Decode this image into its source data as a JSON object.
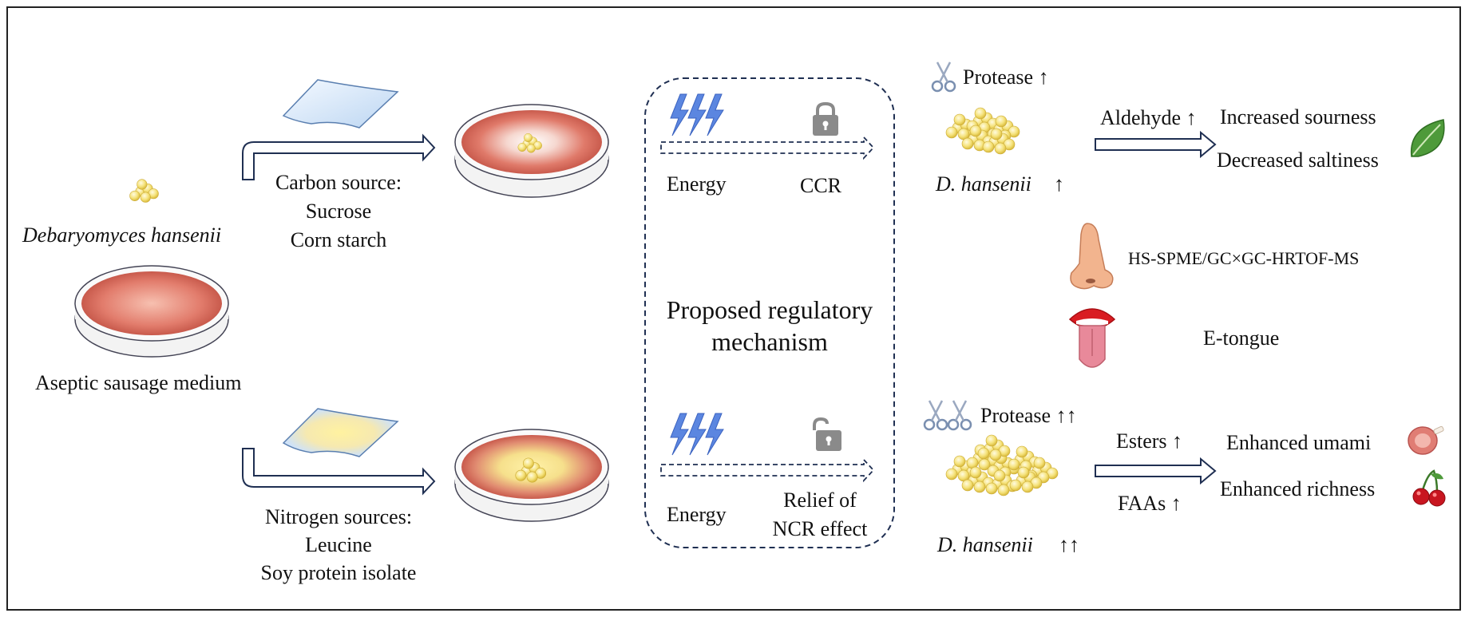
{
  "left": {
    "organism": "Debaryomyces hansenii",
    "medium": "Aseptic sausage medium",
    "carbon_title": "Carbon source:",
    "carbon_items": [
      "Sucrose",
      "Corn starch"
    ],
    "nitrogen_title": "Nitrogen sources:",
    "nitrogen_items": [
      "Leucine",
      "Soy protein isolate"
    ]
  },
  "mechanism": {
    "title_line1": "Proposed regulatory",
    "title_line2": "mechanism",
    "top_energy": "Energy",
    "top_effect": "CCR",
    "bottom_energy": "Energy",
    "bottom_effect_line1": "Relief of",
    "bottom_effect_line2": "NCR effect"
  },
  "results_top": {
    "protease": "Protease ↑",
    "organism": "D. hansenii",
    "organism_arrow": "↑",
    "compound": "Aldehyde ↑",
    "effect1": "Increased sourness",
    "effect2": "Decreased saltiness"
  },
  "methods": {
    "nose_method": "HS-SPME/GC×GC-HRTOF-MS",
    "tongue_method": "E-tongue"
  },
  "results_bottom": {
    "protease": "Protease ↑↑",
    "organism": "D. hansenii",
    "organism_arrow": "↑↑",
    "compound1": "Esters ↑",
    "compound2": "FAAs ↑",
    "effect1": "Enhanced umami",
    "effect2": "Enhanced richness"
  },
  "icons": [
    "yeast-cluster-icon",
    "petri-dish-icon",
    "carbon-sheet-icon",
    "nitrogen-sheet-icon",
    "lightning-icon",
    "lock-closed-icon",
    "lock-open-icon",
    "scissors-icon",
    "leaf-icon",
    "nose-icon",
    "mouth-tongue-icon",
    "ham-icon",
    "cherries-icon"
  ],
  "colors": {
    "arrow_outline": "#1f2f52",
    "box_border": "#1f2f52",
    "lightning": "#4a78d8",
    "lock": "#8a8a8a",
    "sheet": "#cfe2f7",
    "meat": "#d9756a",
    "yeast": "#f2e27a"
  }
}
